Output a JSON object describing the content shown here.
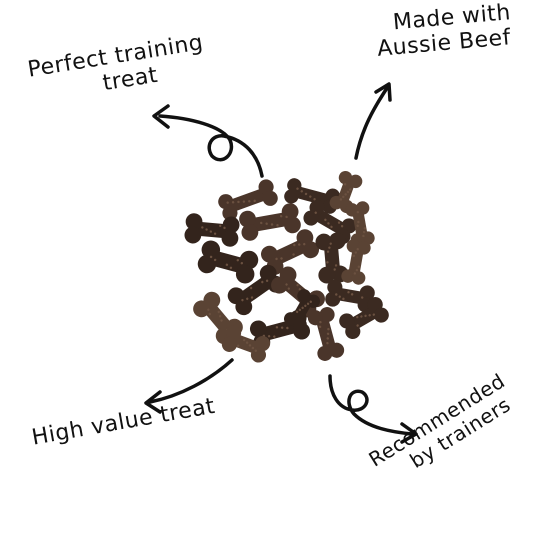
{
  "image": {
    "background": "#ffffff",
    "ink_color": "#111111",
    "treat_colors": [
      "#4a352a",
      "#3b2a21",
      "#5a4334",
      "#33241c"
    ]
  },
  "labels": {
    "top_left": {
      "line1": "Perfect training",
      "line2": "treat"
    },
    "top_right": {
      "line1": "Made with",
      "line2": "Aussie Beef"
    },
    "bottom_left": {
      "line1": "High value treat"
    },
    "bottom_right": {
      "line1": "Recommended",
      "line2": "by trainers"
    }
  }
}
